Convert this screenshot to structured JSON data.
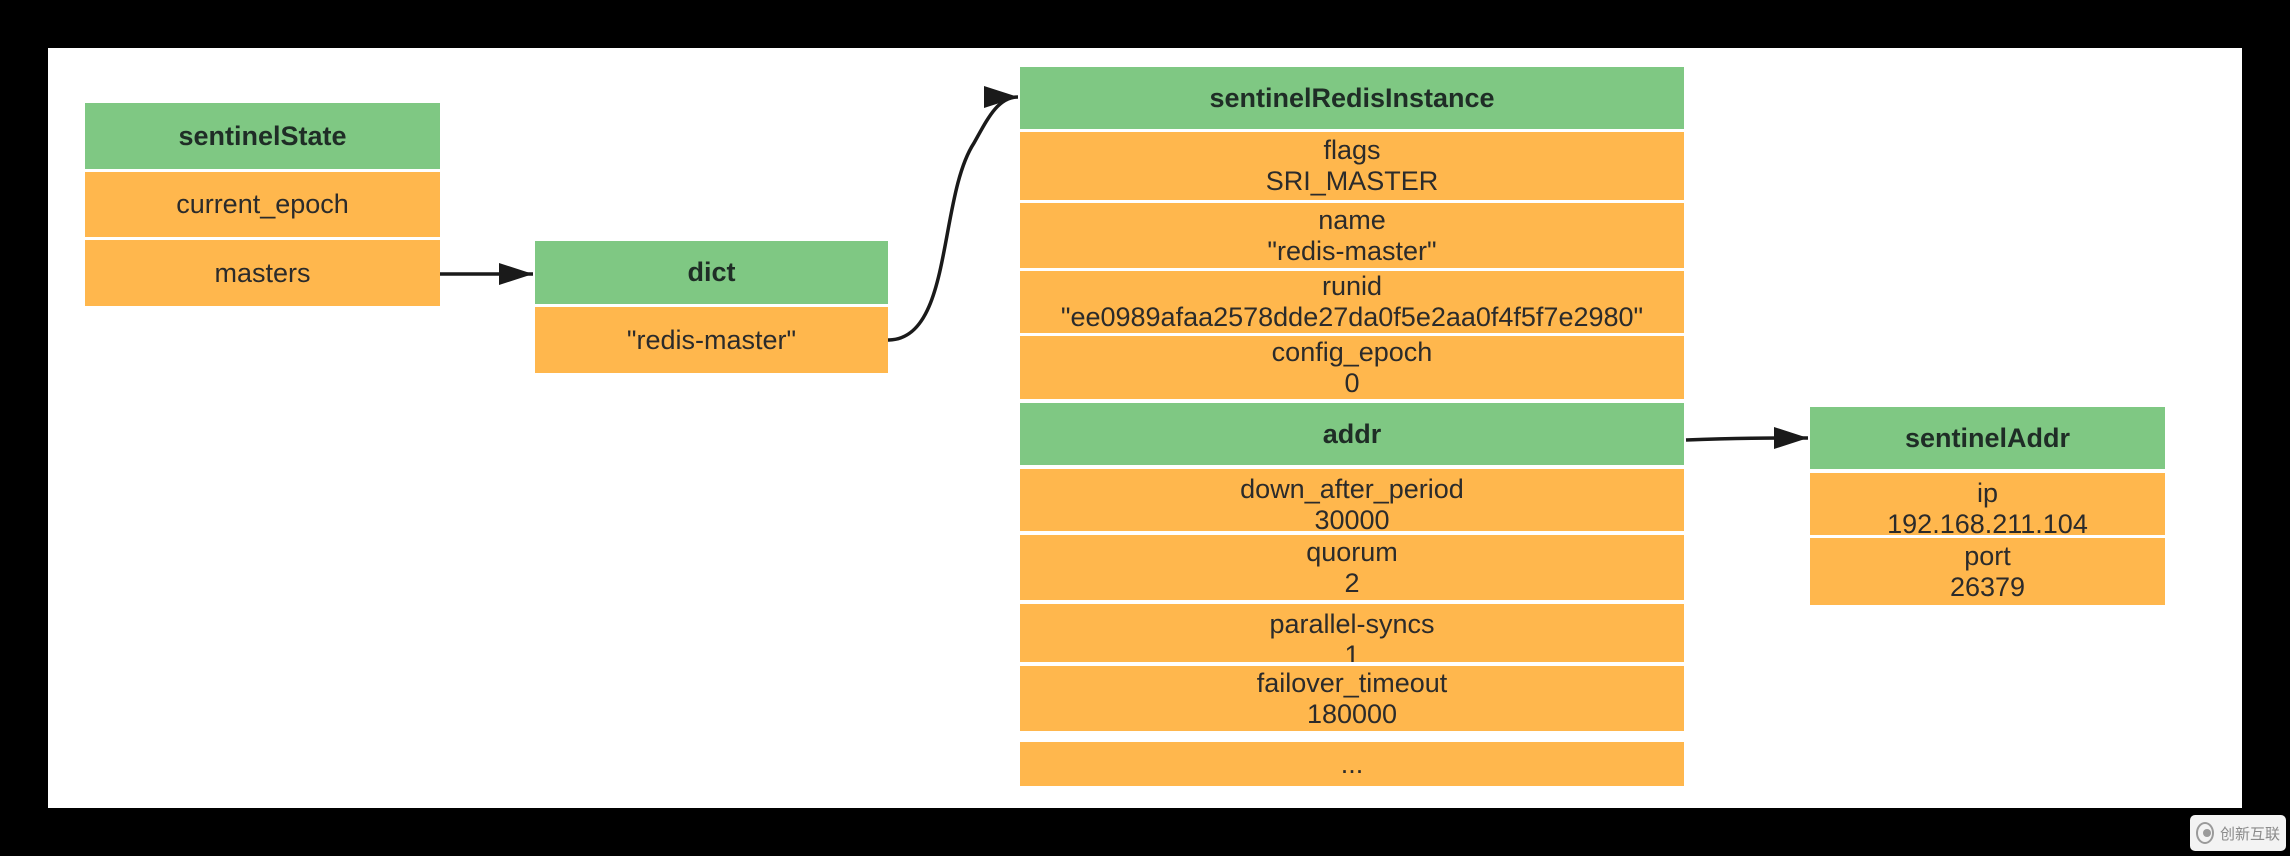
{
  "colors": {
    "header_fill": "#7fc883",
    "field_fill": "#ffb74d",
    "arrow": "#1a1a1a",
    "background": "#ffffff",
    "frame": "#000000"
  },
  "sentinelState": {
    "title": "sentinelState",
    "fields": [
      "current_epoch",
      "masters"
    ]
  },
  "dict": {
    "title": "dict",
    "entry": "\"redis-master\""
  },
  "sentinelRedisInstance": {
    "title": "sentinelRedisInstance",
    "fields": [
      {
        "name": "flags",
        "value": "SRI_MASTER"
      },
      {
        "name": "name",
        "value": "\"redis-master\""
      },
      {
        "name": "runid",
        "value": "\"ee0989afaa2578dde27da0f5e2aa0f4f5f7e2980\""
      },
      {
        "name": "config_epoch",
        "value": "0"
      }
    ],
    "addr_label": "addr",
    "more_fields": [
      {
        "name": "down_after_period",
        "value": "30000"
      },
      {
        "name": "quorum",
        "value": "2"
      },
      {
        "name": "parallel-syncs",
        "value": "1"
      },
      {
        "name": "failover_timeout",
        "value": "180000"
      }
    ],
    "ellipsis": "..."
  },
  "sentinelAddr": {
    "title": "sentinelAddr",
    "fields": [
      {
        "name": "ip",
        "value": "192.168.211.104"
      },
      {
        "name": "port",
        "value": "26379"
      }
    ]
  },
  "watermark": {
    "text": "创新互联",
    "icon": "brand-logo-icon"
  }
}
